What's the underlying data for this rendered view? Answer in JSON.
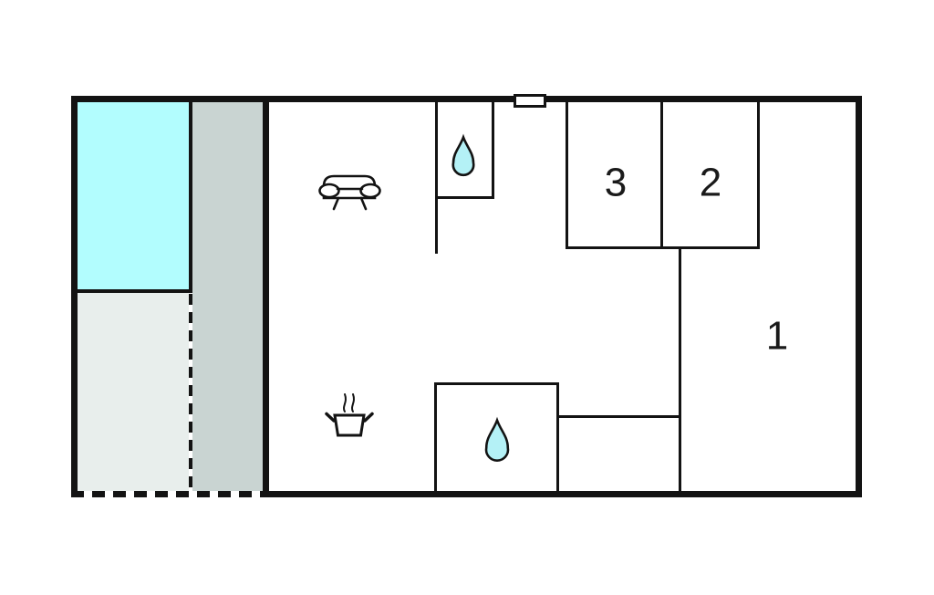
{
  "floor_plan": {
    "title": "holiday-home-floor-plan",
    "background": "#ffffff",
    "wall_color": "#131313",
    "rooms": [
      {
        "label": "1"
      },
      {
        "label": "2"
      },
      {
        "label": "3"
      }
    ],
    "outdoor": {
      "pool_color": "#b2fdfe",
      "terrace_color": "#e8eeec",
      "deck_color": "#c9d4d2"
    },
    "fixtures": {
      "drop_color": "#b4f1f6",
      "white": "#ffffff",
      "sofa": "sofa-icon",
      "stove": "cooking-pot-icon",
      "water_top": "water-drop-icon",
      "water_bottom": "water-drop-icon",
      "entrance": "door-marker"
    }
  }
}
